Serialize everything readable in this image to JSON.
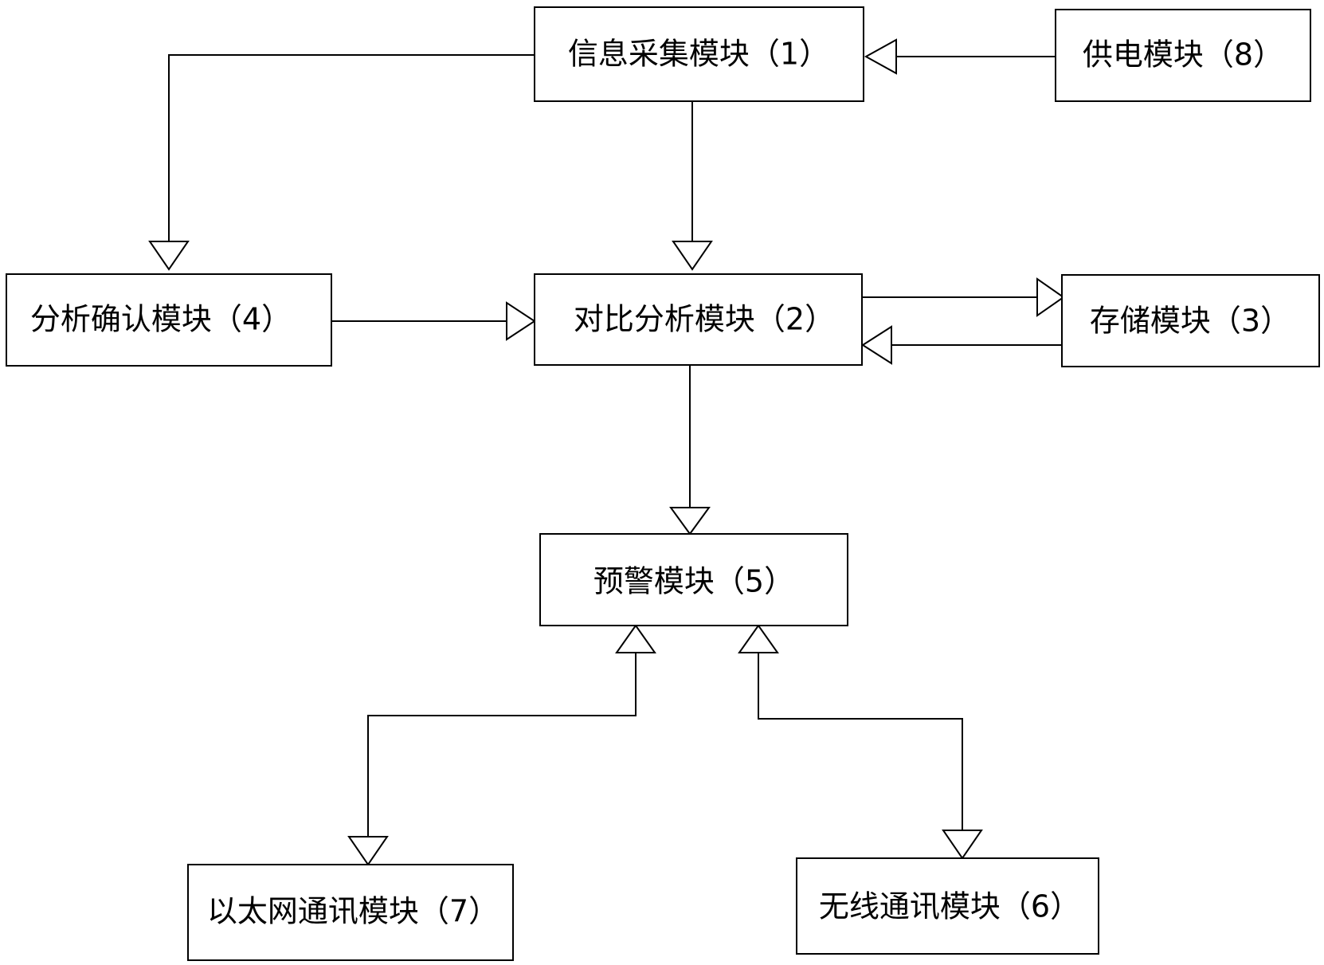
{
  "modules": {
    "m1": "信息采集模块（1）",
    "m2": "对比分析模块（2）",
    "m3": "存储模块（3）",
    "m4": "分析确认模块（4）",
    "m5": "预警模块（5）",
    "m6": "无线通讯模块（6）",
    "m7": "以太网通讯模块（7）",
    "m8": "供电模块（8）"
  }
}
